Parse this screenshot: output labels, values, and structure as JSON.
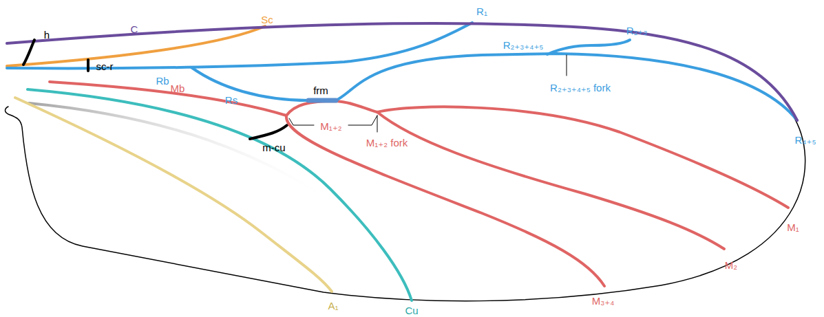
{
  "diagram": {
    "labels": [
      "h",
      "C",
      "Sc",
      "sc-r",
      "Rb",
      "Rs",
      "frm",
      "R₁",
      "R₂₊₃",
      "R₂₊₃₊₄₊₅",
      "R₂₊₃₊₄₊₅ fork",
      "R₄₊₅",
      "Mb",
      "M₁₊₂",
      "M₁₊₂ fork",
      "m-cu",
      "M₁",
      "M₂",
      "M₃₊₄",
      "A₁",
      "Cu"
    ]
  }
}
